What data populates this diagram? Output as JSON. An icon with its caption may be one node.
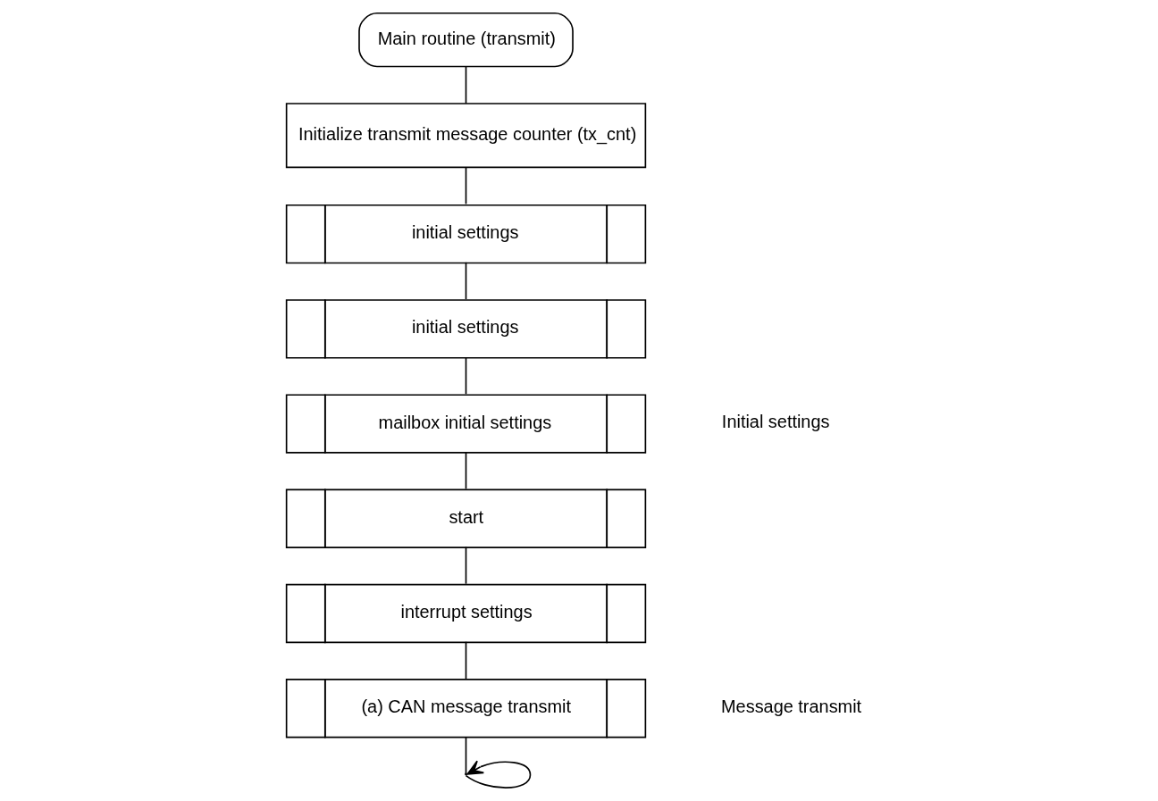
{
  "diagram": {
    "nodes": [
      {
        "text": [
          "Main routine (transmit)"
        ]
      },
      {
        "text": [
          "Initialize transmit message counter (tx_cnt)"
        ]
      },
      {
        "text": [
          "initial settings"
        ]
      },
      {
        "text": [
          "initial settings"
        ]
      },
      {
        "text": [
          "mailbox initial settings"
        ]
      },
      {
        "text": [
          "start"
        ]
      },
      {
        "text": [
          "interrupt settings"
        ]
      },
      {
        "text": [
          "(a) CAN message transmit"
        ]
      },
      {
        "text": [],
        "shape": "point"
      }
    ],
    "edges": [
      {
        "from": 0,
        "to": 1,
        "arrow": "none"
      },
      {
        "from": 1,
        "to": 2,
        "arrow": "none"
      },
      {
        "from": 2,
        "to": 3,
        "arrow": "none"
      },
      {
        "from": 3,
        "to": 4,
        "arrow": "none"
      },
      {
        "from": 4,
        "to": 5,
        "arrow": "none"
      },
      {
        "from": 5,
        "to": 6,
        "arrow": "none"
      },
      {
        "from": 6,
        "to": 7,
        "arrow": "none"
      },
      {
        "from": 7,
        "to": 8,
        "arrow": "none"
      },
      {
        "from": 8,
        "to": 8,
        "arrow": "to"
      }
    ],
    "labels": [
      "Initial settings",
      "Message transmit"
    ]
  }
}
